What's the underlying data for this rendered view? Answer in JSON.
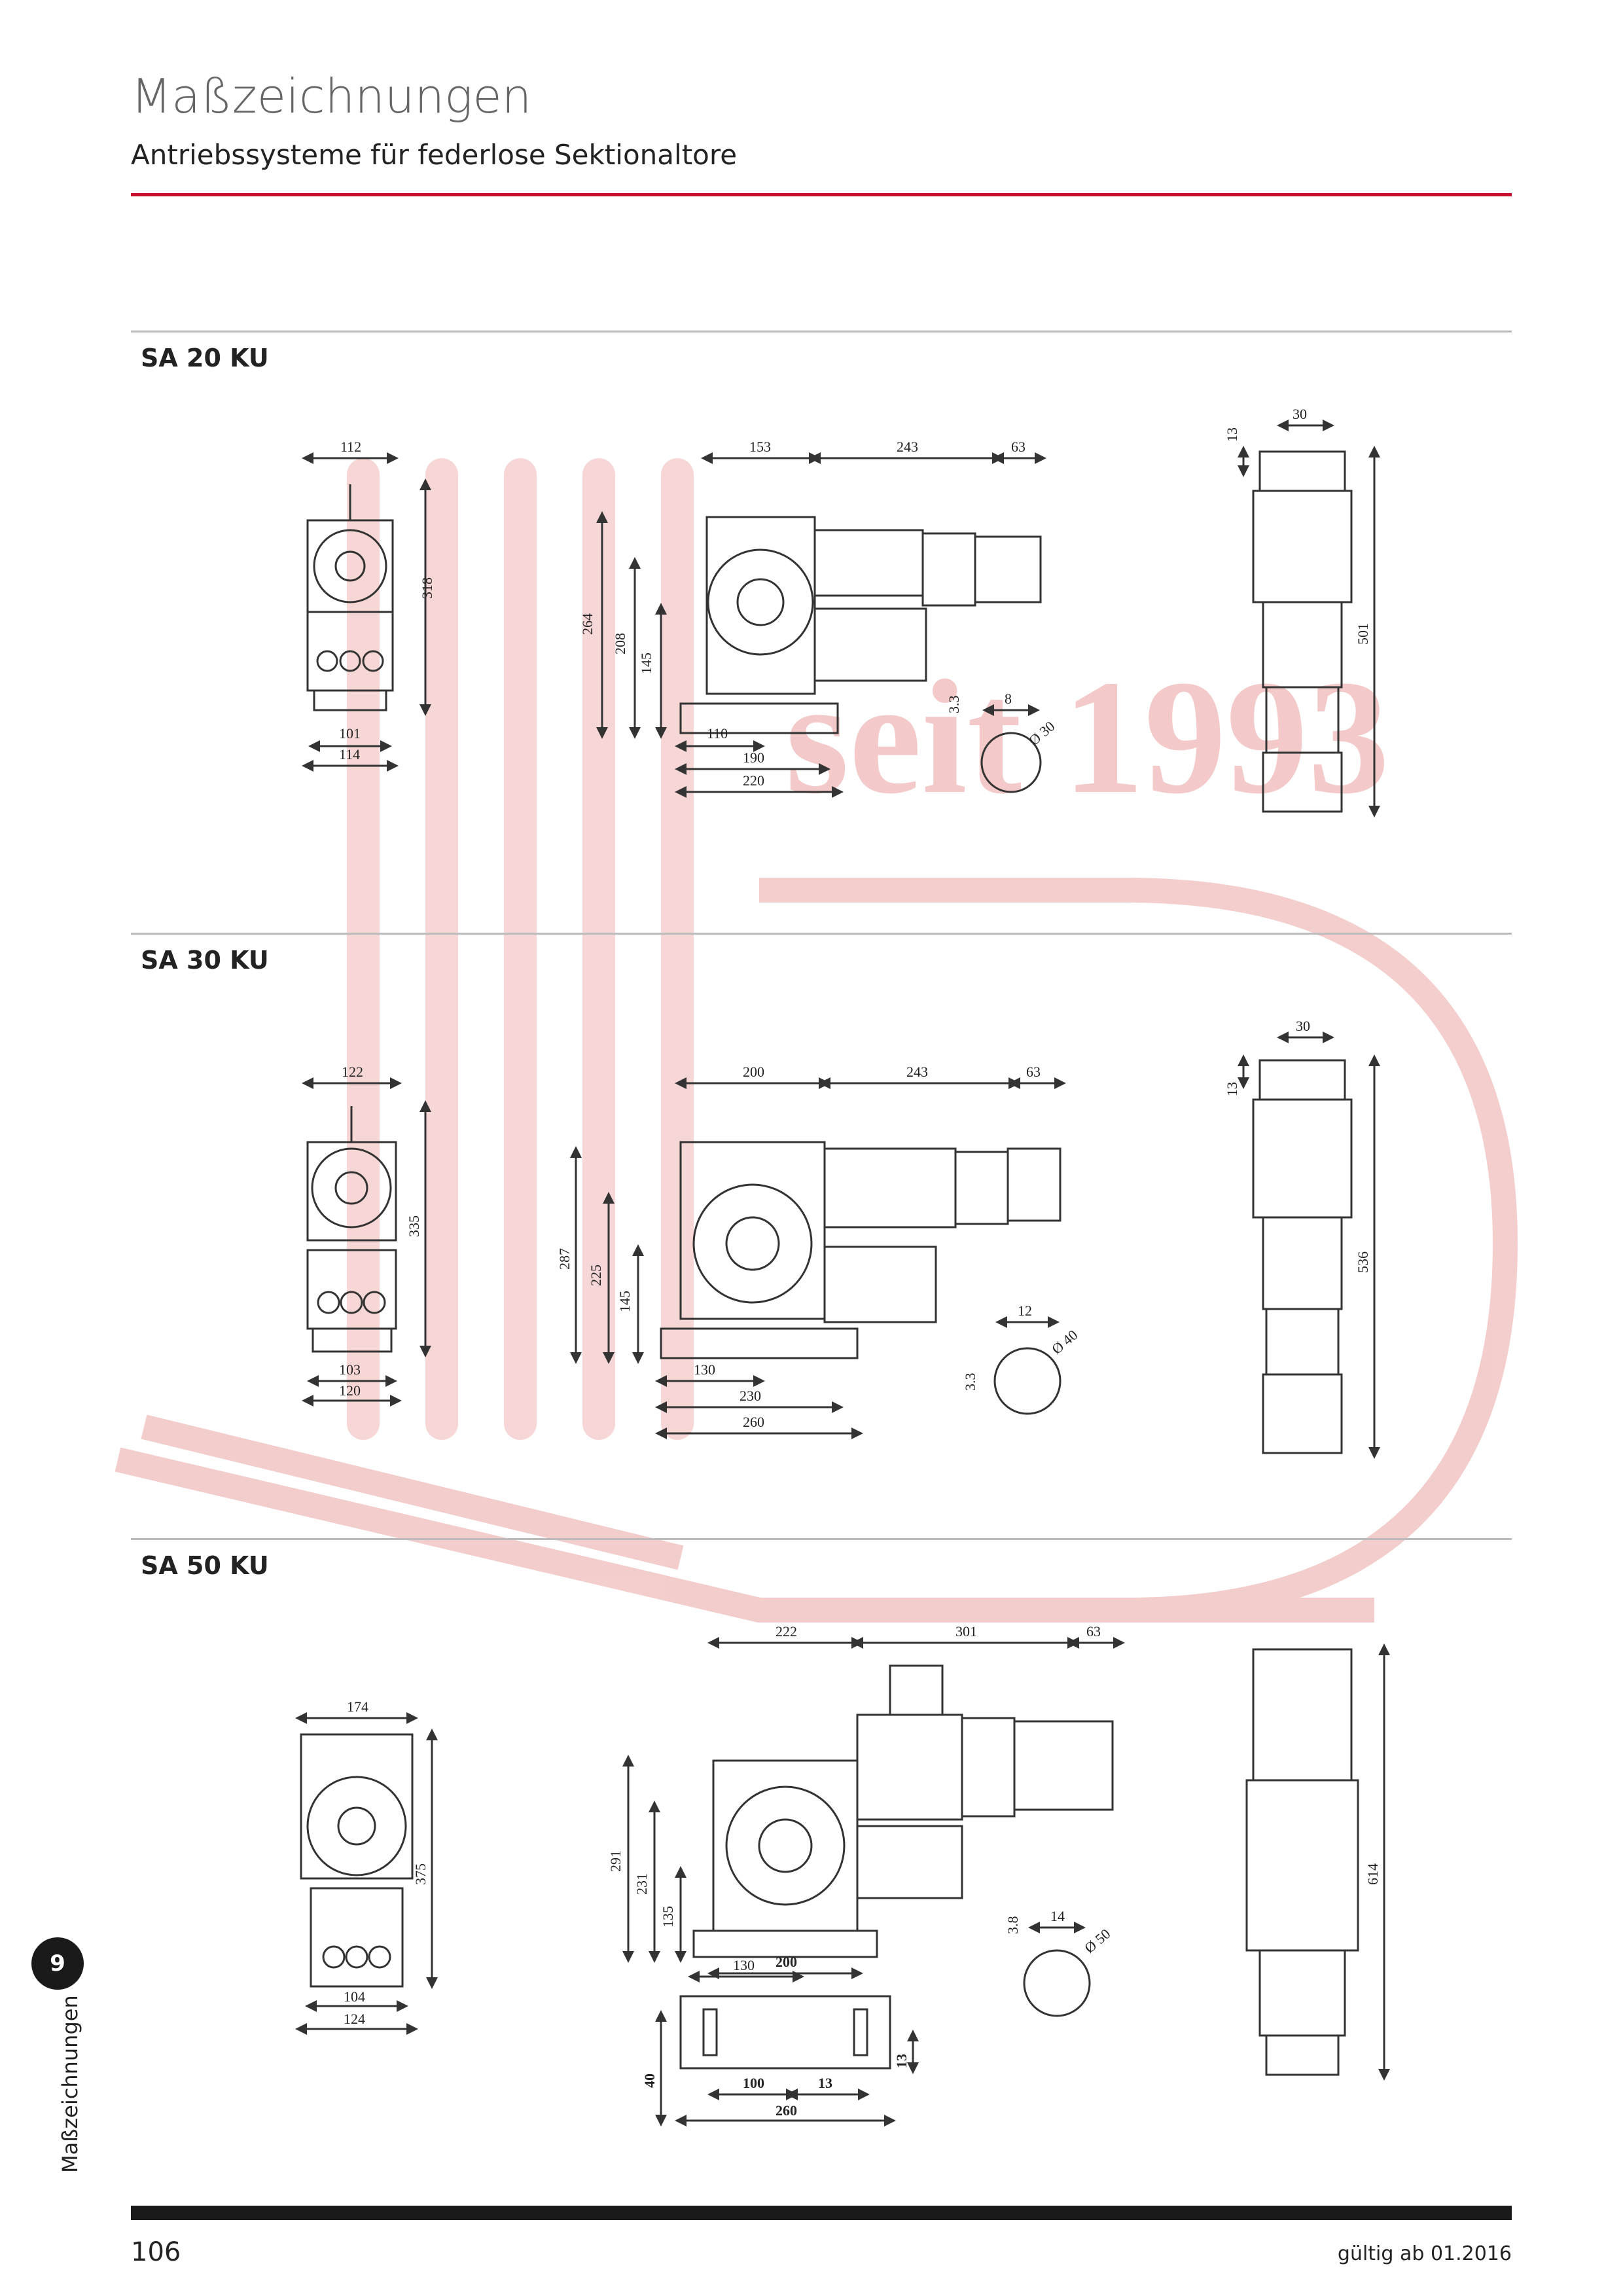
{
  "header": {
    "title": "Maßzeichnungen",
    "subtitle": "Antriebssysteme für federlose Sektionaltore"
  },
  "watermark": {
    "text": "seit 1993",
    "color": "#e8a0a0"
  },
  "colors": {
    "accent": "#c8102e",
    "rule": "#bbbbbb",
    "ink": "#222222"
  },
  "sections": [
    {
      "title": "SA 20 KU",
      "front": {
        "width_top": "112",
        "height": "318",
        "w1": "101",
        "w2": "114"
      },
      "side": {
        "top": [
          "153",
          "243",
          "63"
        ],
        "h": [
          "264",
          "208",
          "145"
        ],
        "bottom": [
          "110",
          "190",
          "220"
        ]
      },
      "shaft": {
        "key": "8",
        "offset": "3.3",
        "dia": "Ø 30"
      },
      "end": {
        "top": "30",
        "left": "13",
        "height": "501"
      }
    },
    {
      "title": "SA 30 KU",
      "front": {
        "width_top": "122",
        "height": "335",
        "w1": "103",
        "w2": "120"
      },
      "side": {
        "top": [
          "200",
          "243",
          "63"
        ],
        "h": [
          "287",
          "225",
          "145"
        ],
        "bottom": [
          "130",
          "230",
          "260"
        ]
      },
      "shaft": {
        "key": "12",
        "offset": "3.3",
        "dia": "Ø 40"
      },
      "end": {
        "top": "30",
        "left": "13",
        "height": "536"
      }
    },
    {
      "title": "SA 50 KU",
      "front": {
        "width_top": "174",
        "height": "375",
        "w1": "104",
        "w2": "124"
      },
      "side": {
        "top": [
          "222",
          "301",
          "63"
        ],
        "h": [
          "291",
          "231",
          "135"
        ],
        "bottom": [
          "130"
        ]
      },
      "shaft": {
        "key": "14",
        "offset": "3.8",
        "dia": "Ø 50"
      },
      "base": {
        "top": "200",
        "left": "40",
        "right": "13",
        "b1": "100",
        "b2": "13",
        "b3": "260"
      },
      "end": {
        "height": "614"
      }
    }
  ],
  "side_tab": {
    "number": "9",
    "label": "Maßzeichnungen"
  },
  "footer": {
    "page": "106",
    "valid": "gültig ab 01.2016"
  }
}
